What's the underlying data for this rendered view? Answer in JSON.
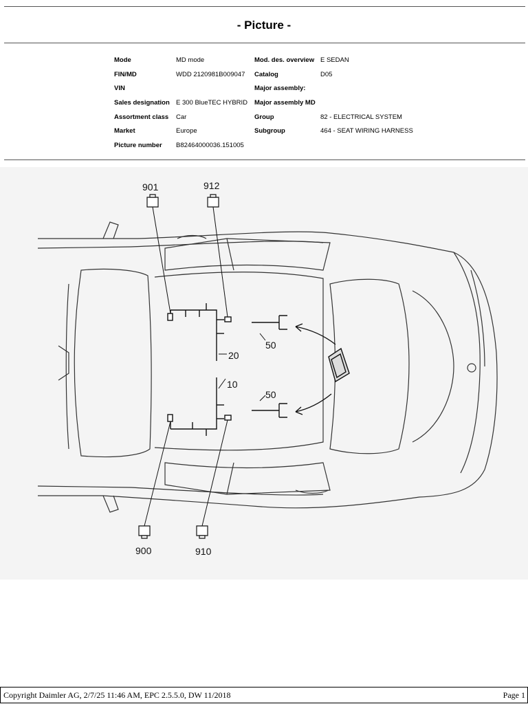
{
  "header": {
    "title": "- Picture -"
  },
  "meta": {
    "rows": [
      {
        "k1": "Mode",
        "v1": "MD mode",
        "k2": "Mod. des. overview",
        "v2": "E SEDAN"
      },
      {
        "k1": "FIN/MD",
        "v1": "WDD 2120981B009047",
        "k2": "Catalog",
        "v2": "D05"
      },
      {
        "k1": "VIN",
        "v1": "",
        "k2": "Major assembly:",
        "v2": ""
      },
      {
        "k1": "Sales designation",
        "v1": "E 300 BlueTEC HYBRID",
        "k2": "Major assembly MD",
        "v2": ""
      },
      {
        "k1": "Assortment class",
        "v1": "Car",
        "k2": "Group",
        "v2": "82 - ELECTRICAL SYSTEM"
      },
      {
        "k1": "Market",
        "v1": "Europe",
        "k2": "Subgroup",
        "v2": "464 - SEAT WIRING HARNESS"
      },
      {
        "k1": "Picture number",
        "v1": "B82464000036.151005",
        "k2": "",
        "v2": ""
      }
    ]
  },
  "diagram": {
    "labels": {
      "p901": "901",
      "p912": "912",
      "p900": "900",
      "p910": "910",
      "p20": "20",
      "p10": "10",
      "p50a": "50",
      "p50b": "50"
    }
  },
  "footer": {
    "copyright": "Copyright Daimler AG, 2/7/25 11:46 AM, EPC 2.5.5.0, DW 11/2018",
    "page": "Page 1"
  }
}
